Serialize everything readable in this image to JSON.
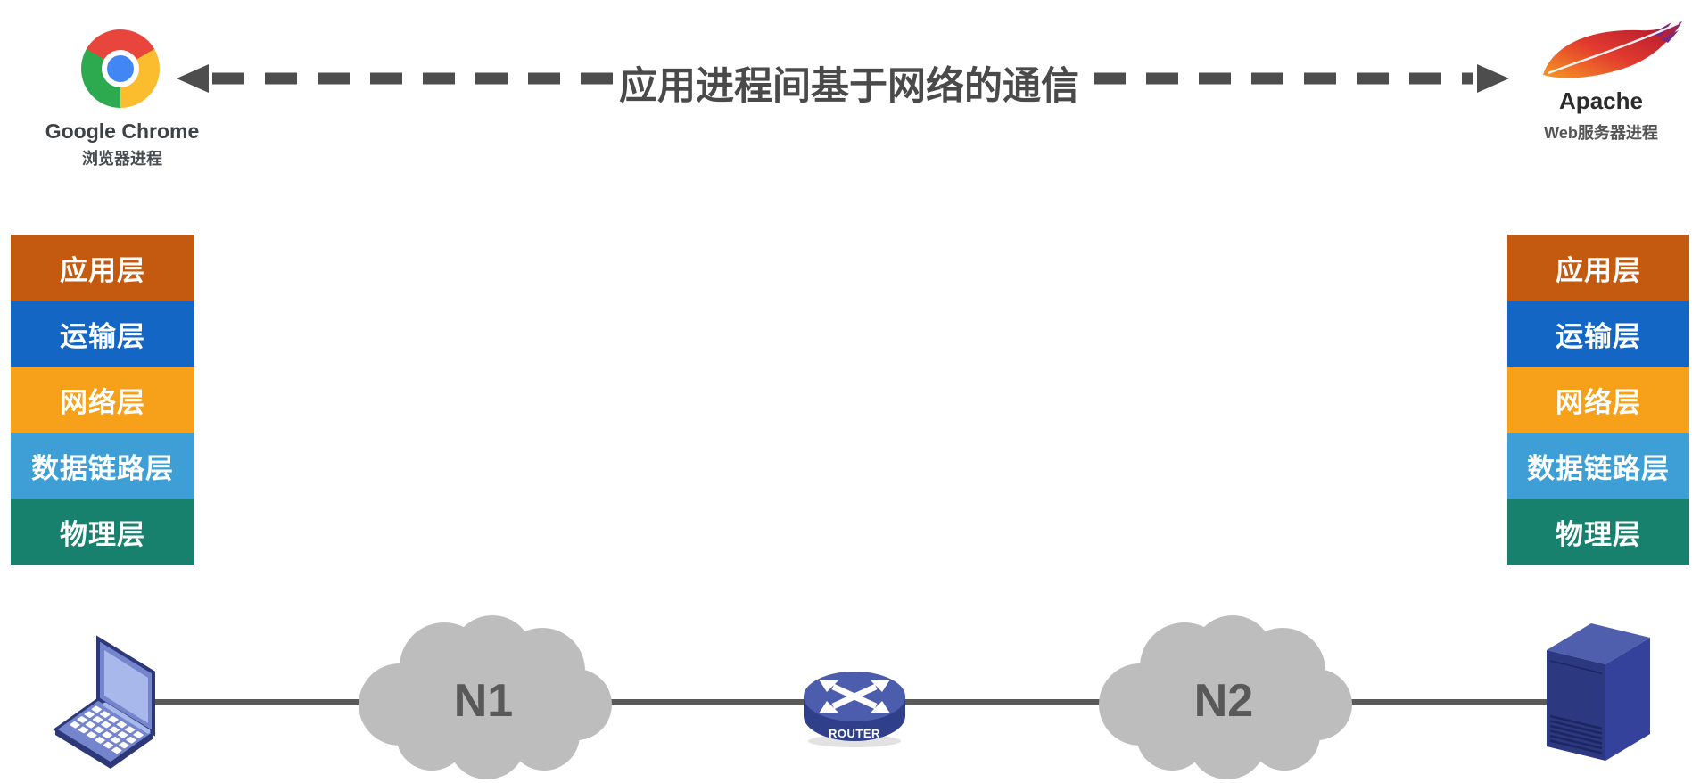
{
  "page": {
    "background": "#ffffff"
  },
  "header": {
    "title": "应用进程间基于网络的通信",
    "arrow_color": "#4d4d4d",
    "left_endpoint": {
      "name": "Google Chrome",
      "subtitle": "浏览器进程",
      "icon": "chrome-logo-icon"
    },
    "right_endpoint": {
      "name": "Apache",
      "subtitle": "Web服务器进程",
      "icon": "apache-feather-icon"
    }
  },
  "protocol_stack": {
    "layers": [
      {
        "label": "应用层",
        "color": "#c45a10"
      },
      {
        "label": "运输层",
        "color": "#1366c4"
      },
      {
        "label": "网络层",
        "color": "#f7a11b"
      },
      {
        "label": "数据链路层",
        "color": "#3e9fd7"
      },
      {
        "label": "物理层",
        "color": "#17816e"
      }
    ]
  },
  "network": {
    "link_color": "#5a5a5a",
    "cloud_color": "#bdbdbd",
    "left_host": {
      "name": "laptop",
      "icon": "laptop-icon"
    },
    "clouds": [
      {
        "label": "N1"
      },
      {
        "label": "N2"
      }
    ],
    "router": {
      "label": "ROUTER",
      "icon": "router-icon"
    },
    "right_host": {
      "name": "server",
      "icon": "server-icon"
    }
  }
}
